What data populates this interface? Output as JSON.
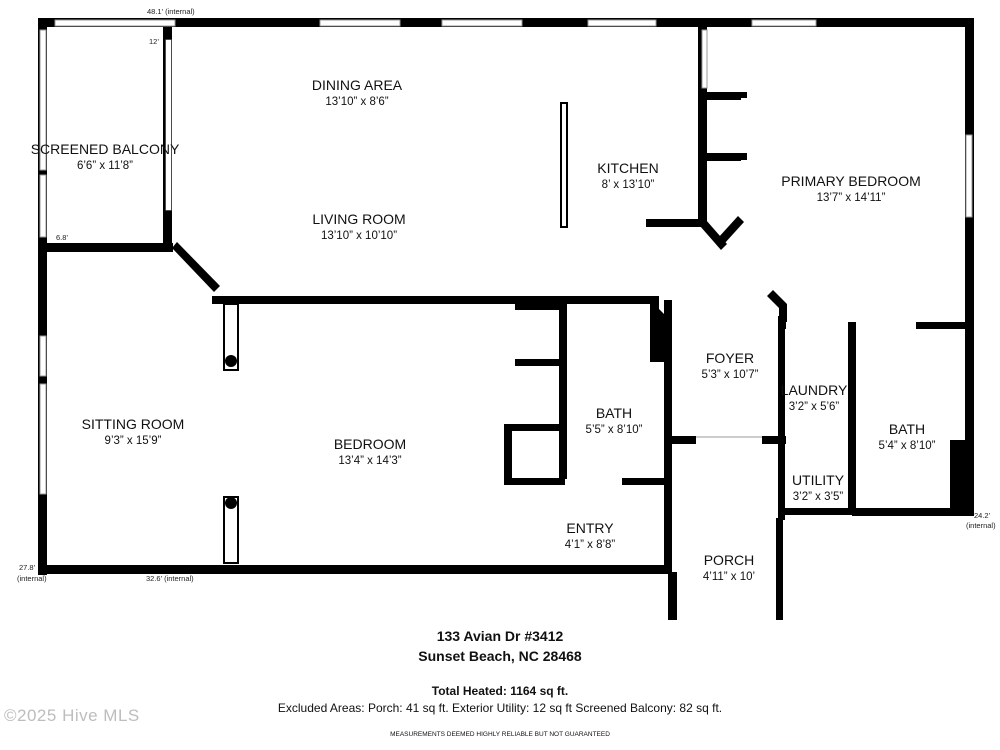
{
  "rooms": {
    "dining": {
      "name": "DINING AREA",
      "dims": "13’10” x 8’6”"
    },
    "living": {
      "name": "LIVING ROOM",
      "dims": "13’10” x 10’10”"
    },
    "kitchen": {
      "name": "KITCHEN",
      "dims": "8’ x 13’10”"
    },
    "primary_bedroom": {
      "name": "PRIMARY BEDROOM",
      "dims": "13’7” x 14’11”"
    },
    "screened_balcony": {
      "name": "SCREENED BALCONY",
      "dims": "6’6” x 11’8”"
    },
    "sitting": {
      "name": "SITTING ROOM",
      "dims": "9’3” x 15’9”"
    },
    "bedroom": {
      "name": "BEDROOM",
      "dims": "13’4” x 14’3”"
    },
    "bath_1": {
      "name": "BATH",
      "dims": "5’5” x 8’10”"
    },
    "foyer": {
      "name": "FOYER",
      "dims": "5’3” x 10’7”"
    },
    "laundry": {
      "name": "LAUNDRY",
      "dims": "3’2” x 5’6”"
    },
    "bath_2": {
      "name": "BATH",
      "dims": "5’4” x 8’10”"
    },
    "utility": {
      "name": "UTILITY",
      "dims": "3’2” x 3’5”"
    },
    "entry": {
      "name": "ENTRY",
      "dims": "4’1” x 8’8”"
    },
    "porch": {
      "name": "PORCH",
      "dims": "4’11” x 10’"
    }
  },
  "measurements": {
    "top": "48.1’ (internal)",
    "balcony_top": "12’",
    "balcony_bottom": "6.8’",
    "right": "24.2’",
    "right_note": "(internal)",
    "left": "27.8’",
    "left_note": "(internal)",
    "bottom": "32.6’ (internal)"
  },
  "info": {
    "address_line1": "133 Avian Dr #3412",
    "address_line2": "Sunset Beach, NC 28468",
    "total_heated": "Total Heated: 1164 sq ft.",
    "excluded": "Excluded Areas: Porch:  41 sq ft. Exterior Utility: 12 sq ft Screened Balcony: 82 sq ft.",
    "disclaimer": "MEASUREMENTS DEEMED HIGHLY RELIABLE BUT NOT GUARANTEED",
    "watermark": "©2025 Hive MLS"
  },
  "colors": {
    "wall": "#000000",
    "window": "#cfcfcf",
    "background": "#ffffff"
  }
}
